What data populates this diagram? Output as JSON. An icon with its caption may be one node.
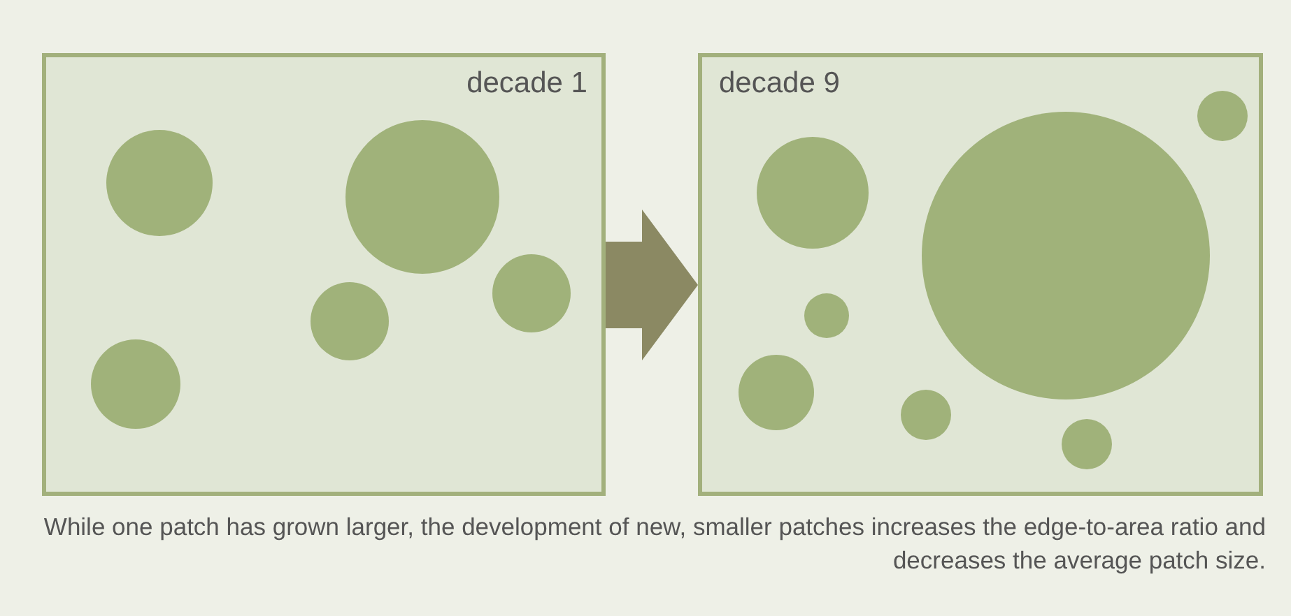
{
  "diagram": {
    "nodes": [
      {
        "text": [
          "decade 1"
        ]
      },
      {
        "text": [
          "decade 9"
        ]
      }
    ],
    "edges": [
      {
        "from": 0,
        "to": 1,
        "arrow": "to"
      }
    ],
    "caption": "While one patch has grown larger, the development of new, smaller patches increases the edge-to-area ratio and decreases the average patch size."
  }
}
